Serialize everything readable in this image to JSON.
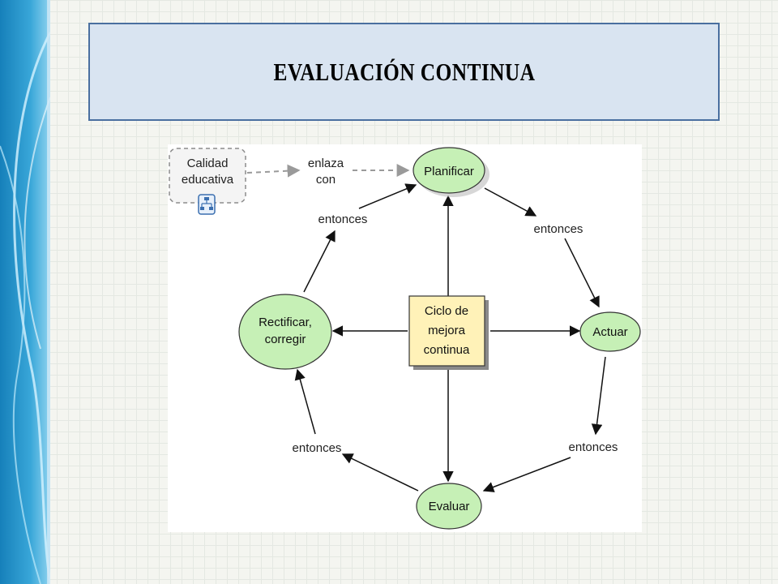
{
  "header": {
    "title": "EVALUACIÓN CONTINUA"
  },
  "diagram": {
    "nodes": {
      "calidad": [
        "Calidad",
        "educativa"
      ],
      "planificar": [
        "Planificar"
      ],
      "actuar": [
        "Actuar"
      ],
      "evaluar": [
        "Evaluar"
      ],
      "rectificar": [
        "Rectificar,",
        "corregir"
      ],
      "ciclo": [
        "Ciclo de",
        "mejora",
        "continua"
      ]
    },
    "link_labels": {
      "enlaza": [
        "enlaza",
        "con"
      ],
      "entonces_top_left": "entonces",
      "entonces_top_right": "entonces",
      "entonces_bottom_right": "entonces",
      "entonces_bottom_left": "entonces"
    }
  },
  "colors": {
    "node_fill": "#c6f0b6",
    "concept_fill": "#fff2b8",
    "title_fill": "#d9e4f1",
    "title_border": "#4a6fa0",
    "band_dark": "#1a86bf",
    "band_light": "#7ccbea"
  },
  "icons": {
    "hierarchy": "hierarchy-icon"
  }
}
